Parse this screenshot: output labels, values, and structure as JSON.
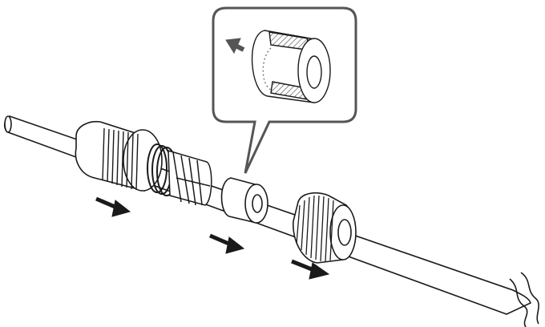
{
  "diagram": {
    "kind": "cable-connector-assembly",
    "colors": {
      "stroke": "#1a1a1a",
      "fill": "#ffffff",
      "arrow": "#1a1a1a",
      "callout_border": "#555555",
      "detail_arrow": "#555555",
      "hatch": "#444444"
    },
    "parts": [
      "cable",
      "connector-body",
      "collet",
      "seal-ring",
      "nut",
      "detail-callout"
    ],
    "arrows": [
      "slide-right",
      "slide-right",
      "slide-right"
    ],
    "detail_arrow": "slide-left"
  }
}
